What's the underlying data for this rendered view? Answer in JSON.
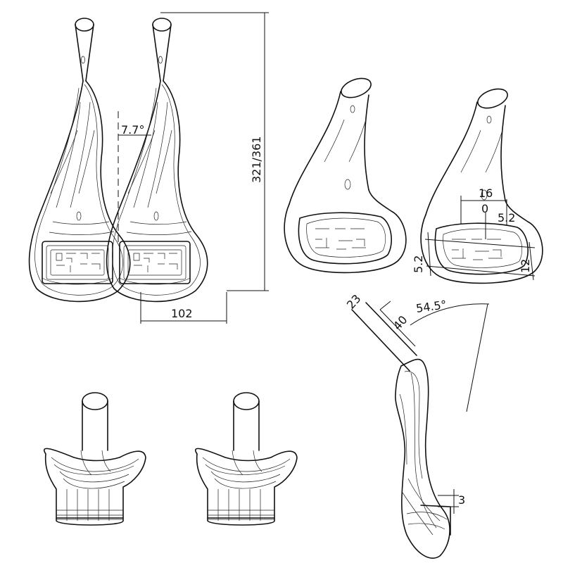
{
  "drawing": {
    "dimensions": {
      "stack_height": "321/361",
      "lateral_angle": "7.7°",
      "width": "102",
      "pad_length": "16",
      "pad_offset": "0",
      "pad_margin": "5.2",
      "pad_side": "5.2",
      "pad_width": "12",
      "extension_diameter": "23",
      "extension_length": "40",
      "rise_angle": "54.5°",
      "cup_height": "3"
    }
  }
}
